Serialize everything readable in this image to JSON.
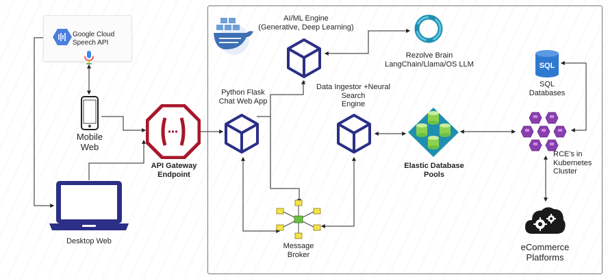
{
  "labels": {
    "speech_api": "Google Cloud\nSpeech API",
    "mobile_web": "Mobile\nWeb",
    "desktop_web": "Desktop Web",
    "api_gateway": "API Gateway\nEndpoint",
    "python_flask": "Python Flask\nChat Web App",
    "ai_engine": "AI/ML Engine\n(Generative, Deep Learning)",
    "rezolve_brain": "Rezolve Brain\nLangChain/Llama/OS LLM",
    "data_ingestor": "Data Ingestor +Neural\nSearch\nEngine",
    "message_broker": "Message\nBroker",
    "elastic_db": "Elastic Database\nPools",
    "sql_databases": "SQL\nDatabases",
    "sql_icon_text": "SQL",
    "rces": "RCE's in\nKubernetes\nCluster",
    "ecommerce": "eCommerce\nPlatforms"
  },
  "colors": {
    "navy": "#2b2f86",
    "gateway_red": "#a8172b",
    "teal": "#1f8fb0",
    "green": "#6ac044",
    "purple": "#8a3fb0",
    "yellow": "#f4e44a",
    "sql_blue": "#2f7ad1"
  },
  "icons": [
    "speech-icon",
    "microphone-icon",
    "mobile-phone-icon",
    "laptop-icon",
    "gateway-icon",
    "cube-icon",
    "brain-ring-icon",
    "kubernetes-icon",
    "ecommerce-cloud-icon",
    "database-icon",
    "message-broker-icon",
    "docker-icon"
  ]
}
